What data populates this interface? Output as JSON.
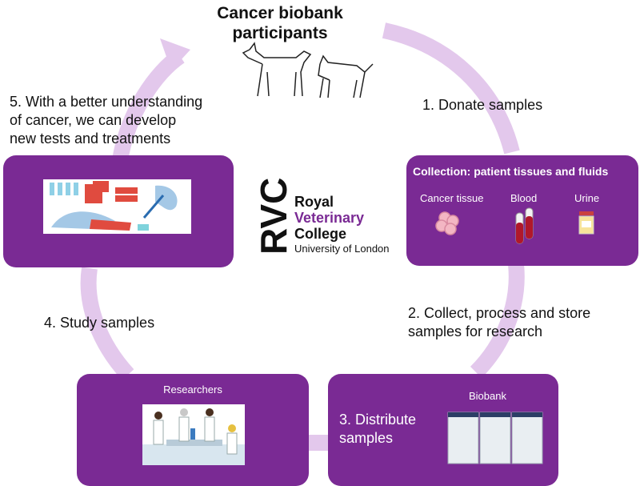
{
  "title": {
    "line1": "Cancer biobank",
    "line2": "participants"
  },
  "steps": {
    "donate": "1. Donate samples",
    "collect_line1": "2. Collect, process and store",
    "collect_line2": "samples for research",
    "distribute_line1": "3. Distribute",
    "distribute_line2": "samples",
    "study": "4. Study samples",
    "develop_line1": "5. With a better understanding",
    "develop_line2": "of cancer, we can develop",
    "develop_line3": "new tests and treatments"
  },
  "collection": {
    "heading": "Collection: patient tissues and fluids",
    "items": [
      "Cancer tissue",
      "Blood",
      "Urine"
    ]
  },
  "biobank": {
    "label": "Biobank"
  },
  "researchers": {
    "label": "Researchers"
  },
  "logo": {
    "letters": "RVC",
    "line1": "Royal",
    "line2": "Veterinary",
    "line3": "College",
    "line4": "University of London"
  },
  "colors": {
    "box": "#7a2a94",
    "cycle_arrow": "#e3c8ec",
    "veterinary": "#7a2a94"
  },
  "icons": [
    "dog-icon",
    "cat-icon",
    "cells-icon",
    "blood-tubes-icon",
    "urine-cup-icon",
    "freezer-icon",
    "researchers-illustration",
    "lab-hands-illustration"
  ]
}
